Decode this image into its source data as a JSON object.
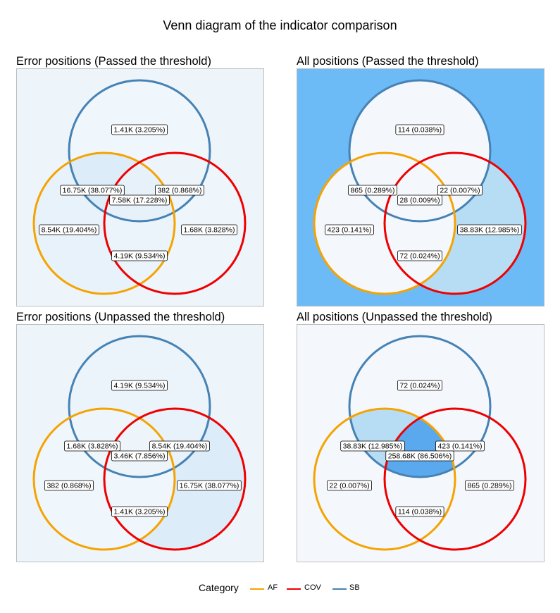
{
  "title": "Venn diagram of the indicator comparison",
  "colors": {
    "AF": "#F5A300",
    "COV": "#EE0000",
    "SB": "#4682B4",
    "panel_border": "#BDBDBD"
  },
  "panels": [
    {
      "title": "Error positions (Passed the threshold)",
      "background": "#EDF5FB",
      "regions": {
        "SB_only": {
          "label": "1.41K (3.205%)",
          "fill": "#EFF6FC"
        },
        "AF_SB": {
          "label": "16.75K (38.077%)",
          "fill": "#DCECF8"
        },
        "SB_COV": {
          "label": "382 (0.868%)",
          "fill": "#EDF5FB"
        },
        "all": {
          "label": "7.58K (17.228%)",
          "fill": "#E6F1FA"
        },
        "AF_only": {
          "label": "8.54K (19.404%)",
          "fill": "#E8F2FA"
        },
        "COV_only": {
          "label": "1.68K (3.828%)",
          "fill": "#EEF5FB"
        },
        "AF_COV": {
          "label": "4.19K (9.534%)",
          "fill": "#EBF4FB"
        }
      }
    },
    {
      "title": "All positions (Passed the threshold)",
      "background": "#6DBBF6",
      "regions": {
        "SB_only": {
          "label": "114 (0.038%)",
          "fill": "#F4F8FD"
        },
        "AF_SB": {
          "label": "865 (0.289%)",
          "fill": "#F4F8FD"
        },
        "SB_COV": {
          "label": "22 (0.007%)",
          "fill": "#F4F8FD"
        },
        "all": {
          "label": "28 (0.009%)",
          "fill": "#F4F8FD"
        },
        "AF_only": {
          "label": "423 (0.141%)",
          "fill": "#F4F8FD"
        },
        "COV_only": {
          "label": "38.83K (12.985%)",
          "fill": "#B6DDF4"
        },
        "AF_COV": {
          "label": "72 (0.024%)",
          "fill": "#F4F8FD"
        }
      }
    },
    {
      "title": "Error positions (Unpassed the threshold)",
      "background": "#EDF5FB",
      "regions": {
        "SB_only": {
          "label": "4.19K (9.534%)",
          "fill": "#EBF4FB"
        },
        "AF_SB": {
          "label": "1.68K (3.828%)",
          "fill": "#EEF5FB"
        },
        "SB_COV": {
          "label": "8.54K (19.404%)",
          "fill": "#E8F2FA"
        },
        "all": {
          "label": "3.46K (7.856%)",
          "fill": "#EDF5FB"
        },
        "AF_only": {
          "label": "382 (0.868%)",
          "fill": "#EFF6FC"
        },
        "COV_only": {
          "label": "16.75K (38.077%)",
          "fill": "#DCECF8"
        },
        "AF_COV": {
          "label": "1.41K (3.205%)",
          "fill": "#EFF6FC"
        }
      }
    },
    {
      "title": "All positions (Unpassed the threshold)",
      "background": "#F4F8FD",
      "regions": {
        "SB_only": {
          "label": "72 (0.024%)",
          "fill": "#F4F8FD"
        },
        "AF_SB": {
          "label": "38.83K (12.985%)",
          "fill": "#B6DDF4"
        },
        "SB_COV": {
          "label": "423 (0.141%)",
          "fill": "#F4F8FD"
        },
        "all": {
          "label": "258.68K (86.506%)",
          "fill": "#5AA9EE"
        },
        "AF_only": {
          "label": "22 (0.007%)",
          "fill": "#F4F8FD"
        },
        "COV_only": {
          "label": "865 (0.289%)",
          "fill": "#F4F8FD"
        },
        "AF_COV": {
          "label": "114 (0.038%)",
          "fill": "#F4F8FD"
        }
      }
    }
  ],
  "legend": {
    "title": "Category",
    "items": [
      {
        "label": "AF",
        "color": "#F5A300"
      },
      {
        "label": "COV",
        "color": "#EE0000"
      },
      {
        "label": "SB",
        "color": "#4682B4"
      }
    ]
  }
}
